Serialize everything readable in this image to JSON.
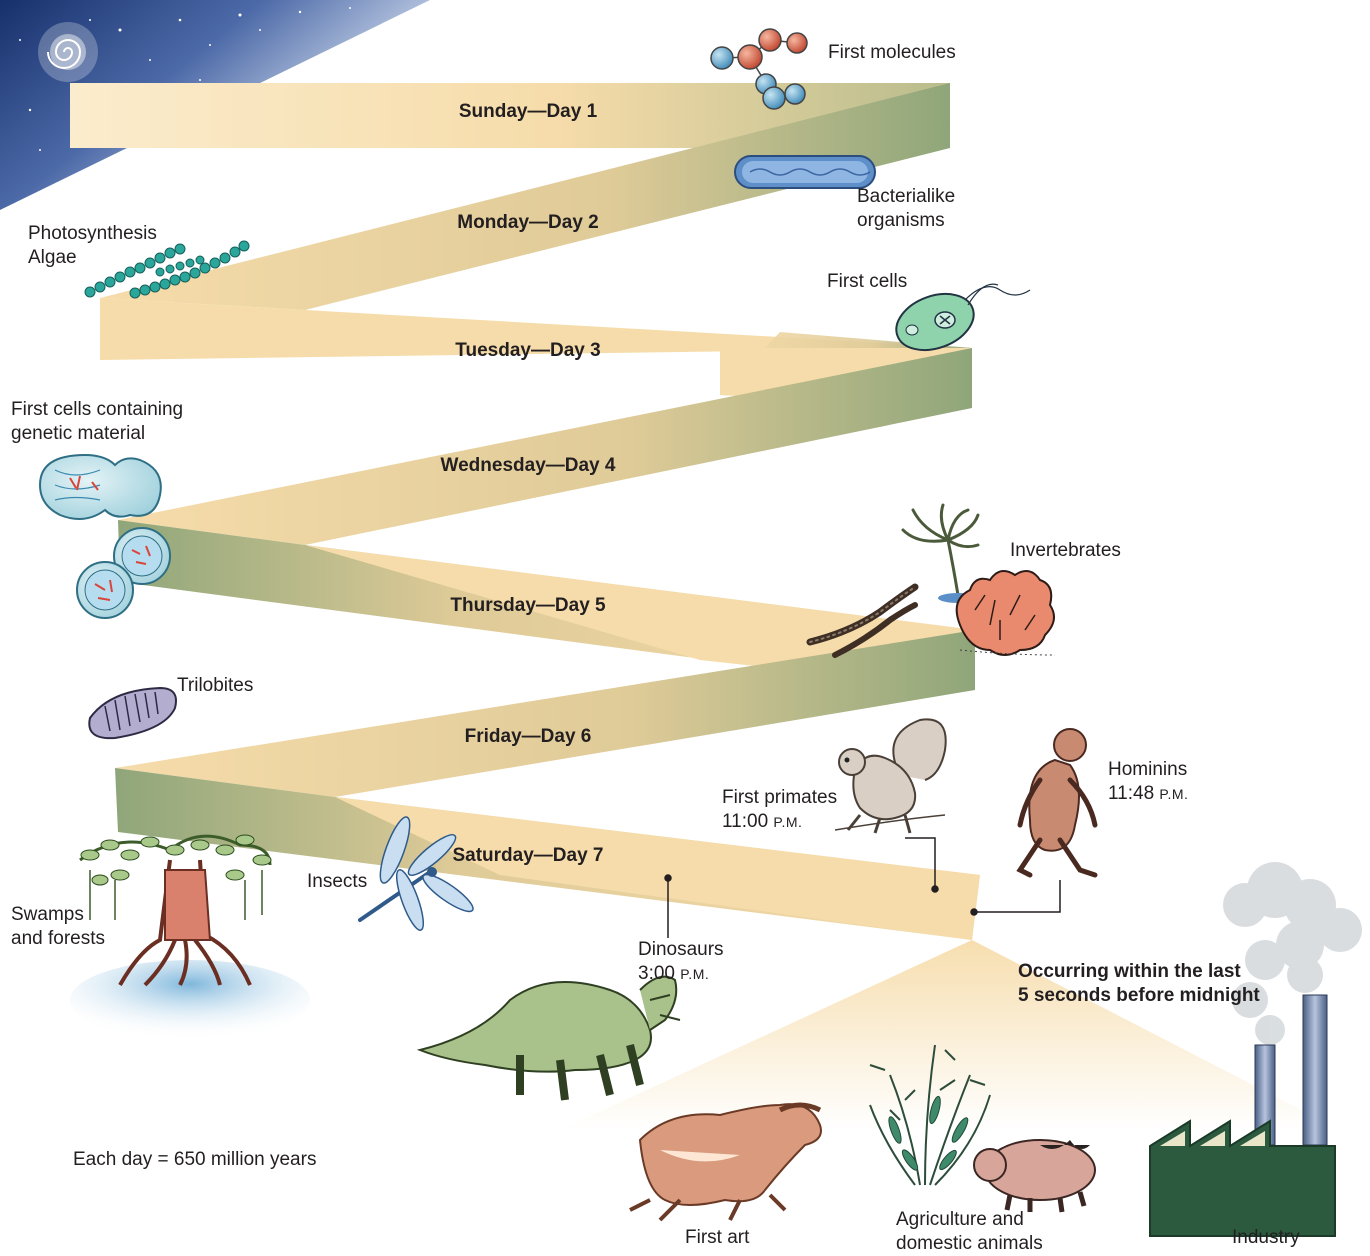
{
  "days": [
    {
      "label": "Sunday—Day 1"
    },
    {
      "label": "Monday—Day 2"
    },
    {
      "label": "Tuesday—Day 3"
    },
    {
      "label": "Wednesday—Day 4"
    },
    {
      "label": "Thursday—Day 5"
    },
    {
      "label": "Friday—Day 6"
    },
    {
      "label": "Saturday—Day 7"
    }
  ],
  "events": {
    "first_molecules": "First molecules",
    "bacterialike": [
      "Bacterialike",
      "organisms"
    ],
    "photosynthesis": [
      "Photosynthesis",
      "Algae"
    ],
    "first_cells": "First cells",
    "genetic_cells": [
      "First cells containing",
      "genetic material"
    ],
    "invertebrates": "Invertebrates",
    "trilobites": "Trilobites",
    "first_primates": {
      "name": "First primates",
      "time": "11:00",
      "suffix": "P.M."
    },
    "hominins": {
      "name": "Hominins",
      "time": "11:48",
      "suffix": "P.M."
    },
    "insects": "Insects",
    "swamps": [
      "Swamps",
      "and forests"
    ],
    "dinosaurs": {
      "name": "Dinosaurs",
      "time": "3:00",
      "suffix": "P.M."
    },
    "last_seconds": [
      "Occurring within the last",
      "5 seconds before midnight"
    ],
    "first_art": "First art",
    "agriculture": [
      "Agriculture and",
      "domestic animals"
    ],
    "industry": "Industry"
  },
  "scale_note": "Each day = 650 million years",
  "colors": {
    "band": "#f6dcaa",
    "band_shadow": "#9fad7e",
    "sky": "#2f4a8a",
    "leader_line": "#231f20"
  },
  "icons": [
    "galaxy-icon",
    "molecule-icon",
    "bacterium-icon",
    "algae-icon",
    "cell-icon",
    "dividing-cell-icon",
    "invertebrate-icon",
    "worm-icon",
    "coral-icon",
    "trilobite-icon",
    "lemur-icon",
    "hominin-icon",
    "dragonfly-icon",
    "mangrove-icon",
    "triceratops-icon",
    "horse-painting-icon",
    "plant-icon",
    "pig-icon",
    "factory-icon"
  ]
}
